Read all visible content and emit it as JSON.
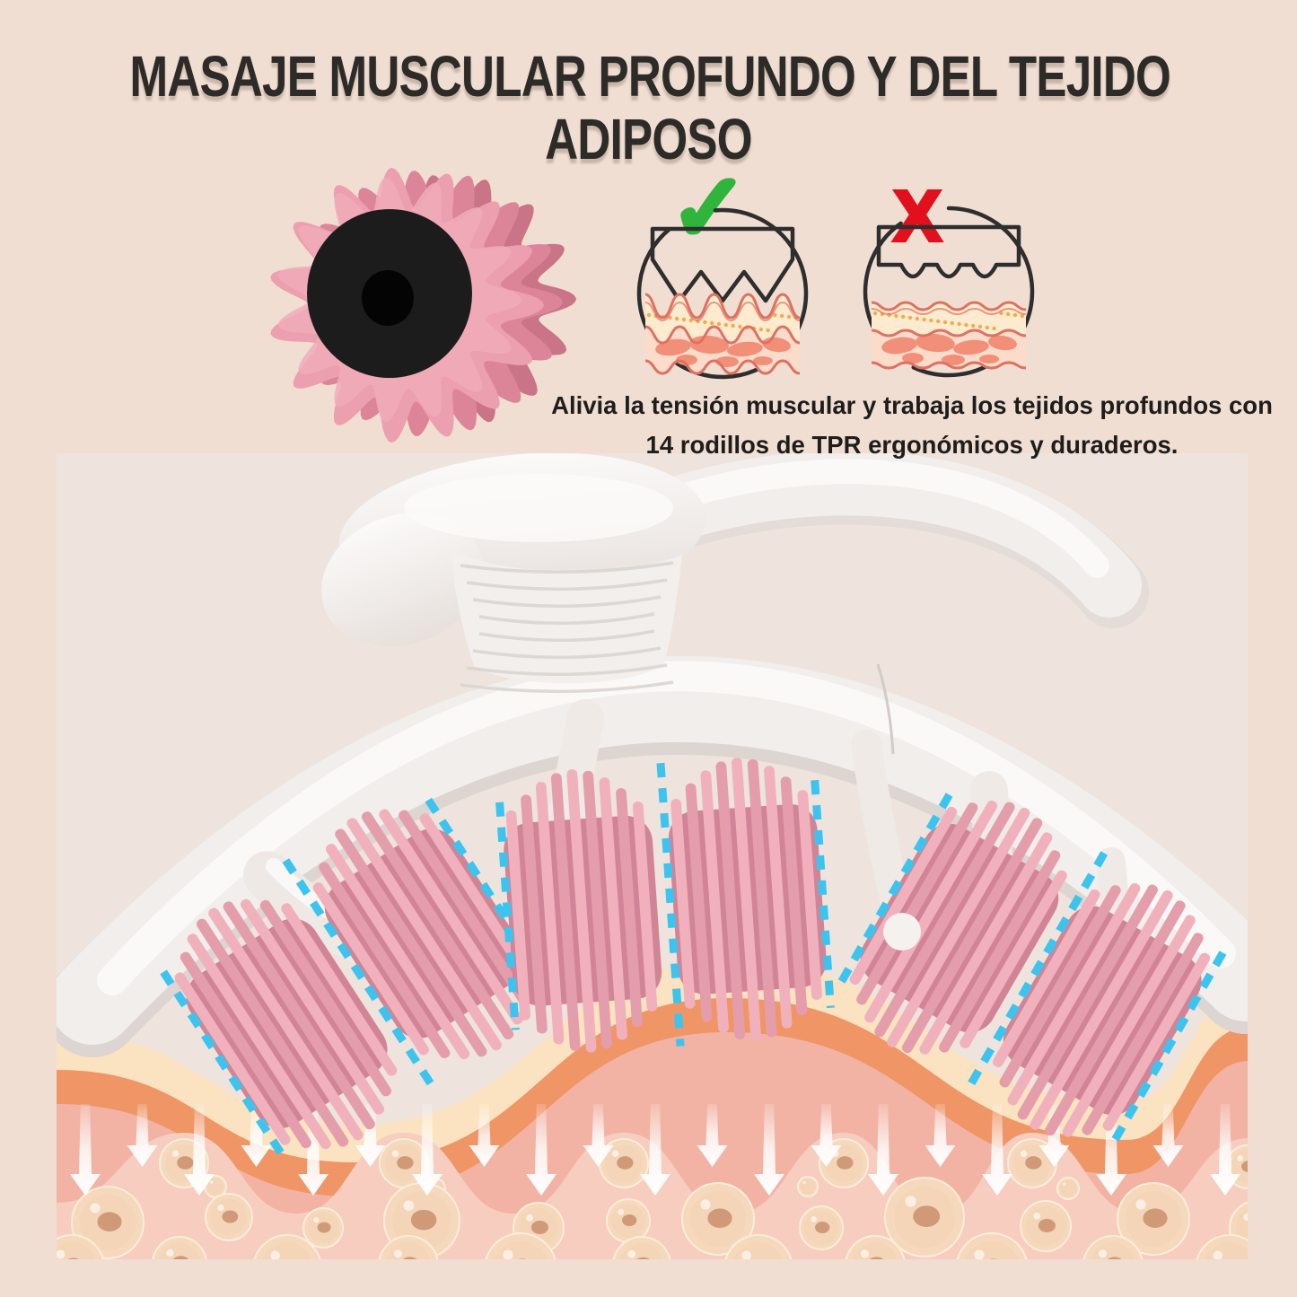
{
  "page": {
    "background": "#f1ded3",
    "photo_background": "#eee4dd"
  },
  "title": {
    "line1": "MASAJE MUSCULAR PROFUNDO Y DEL TEJIDO",
    "line2": "ADIPOSO",
    "color": "#2d2b28"
  },
  "description": {
    "line1": "Alivia la tensión muscular y trabaja los tejidos profundos con",
    "line2": "14 rodillos de TPR ergonómicos y duraderos."
  },
  "comparison": {
    "correct": {
      "icon": "check-icon",
      "symbol": "✓",
      "color": "#2fb43c",
      "meaning": "deep-tissue-roller-reaches-muscle"
    },
    "incorrect": {
      "icon": "x-icon",
      "symbol": "X",
      "color": "#e2101d",
      "meaning": "flat-roller-stays-on-surface"
    }
  },
  "illustration": {
    "roller_pairs_visible": 3,
    "pressure_arrows": 21,
    "ball_pink": "#ec9fae",
    "ball_pink_light": "#f1abb8",
    "ball_pink_mid": "#dc8598",
    "ball_pink_dark": "#c97487",
    "ball_hub": "#1d1c1c",
    "device_white": "#f1eeec",
    "device_shadow": "#ddd5d1",
    "device_highlight": "#fbfaf9",
    "fin_light": "#f0b1bc",
    "fin_dark": "#e49dab",
    "fin_back": "#d18495",
    "dash_blue": "#3cc4ef",
    "skin_cream": "#fbe2c0",
    "skin_orange": "#ef9566",
    "skin_salmon": "#f2b3a4",
    "skin_light_layer": "#f7cdbf",
    "cell_body": "#f6d9bd",
    "cell_rim": "#fcedda",
    "cell_core": "#d09a78",
    "arrow_color": "#ffffff",
    "diagram_line": "#2e2e2e",
    "diagram_skin_line": "#dd7262",
    "diagram_fat": "#fcebcf",
    "diagram_fat_dot": "#ecae4f",
    "diagram_muscle_bg": "#fbdcca",
    "diagram_muscle": "#f28f79"
  }
}
